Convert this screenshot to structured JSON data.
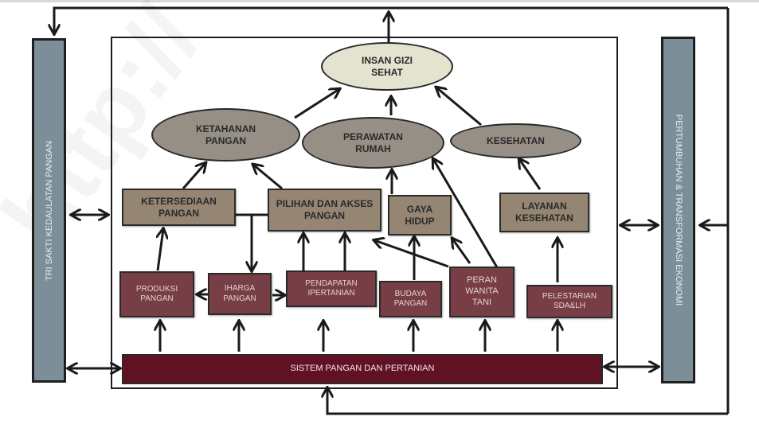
{
  "diagram": {
    "type": "framework",
    "watermark": "http://",
    "pillars": {
      "left": "TRI SAKTI KEDAULATAN PANGAN",
      "right": "PERTUMBUHAN & TRANSFORMASI EKONOMI"
    },
    "outcome": {
      "label": "INSAN GIZI SEHAT",
      "lines": [
        "INSAN GIZI",
        "SEHAT"
      ]
    },
    "intermediate_outcomes": [
      {
        "id": "ketahanan",
        "label": "KETAHANAN PANGAN"
      },
      {
        "id": "perawatan",
        "label": "PERAWATAN RUMAH"
      },
      {
        "id": "kesehatan",
        "label": "KESEHATAN"
      }
    ],
    "determinants": [
      {
        "id": "ketersediaan",
        "label": "KETERSEDIAAN PANGAN"
      },
      {
        "id": "pilihan",
        "label": "PILIHAN DAN AKSES PANGAN"
      },
      {
        "id": "gaya",
        "label": "GAYA HIDUP"
      },
      {
        "id": "layanan",
        "label": "LAYANAN KESEHATAN"
      }
    ],
    "drivers": [
      {
        "id": "produksi",
        "label": "PRODUKSI PANGAN"
      },
      {
        "id": "harga",
        "label": "IHARGA PANGAN"
      },
      {
        "id": "pendapatan",
        "label": "PENDAPATAN IPERTANIAN"
      },
      {
        "id": "budaya",
        "label": "BUDAYA PANGAN"
      },
      {
        "id": "peran",
        "label": "PERAN WANITA TANI"
      },
      {
        "id": "pelestarian",
        "label": "PELESTARIAN SDA&LH"
      }
    ],
    "foundation": {
      "label": "SISTEM PANGAN DAN PERTANIAN"
    },
    "edges": [
      [
        "ketahanan",
        "outcome"
      ],
      [
        "perawatan",
        "outcome"
      ],
      [
        "kesehatan",
        "outcome"
      ],
      [
        "ketersediaan",
        "ketahanan"
      ],
      [
        "pilihan",
        "ketahanan"
      ],
      [
        "gaya",
        "perawatan"
      ],
      [
        "peran",
        "perawatan"
      ],
      [
        "layanan",
        "kesehatan"
      ],
      [
        "produksi",
        "ketersediaan"
      ],
      [
        "ketersediaan-pilihan-link",
        "harga"
      ],
      [
        "harga",
        "produksi"
      ],
      [
        "harga",
        "pendapatan"
      ],
      [
        "pendapatan",
        "pilihan"
      ],
      [
        "peran",
        "pilihan"
      ],
      [
        "budaya",
        "gaya"
      ],
      [
        "peran",
        "gaya"
      ],
      [
        "pelestarian",
        "layanan"
      ],
      [
        "foundation",
        "produksi"
      ],
      [
        "foundation",
        "harga"
      ],
      [
        "foundation",
        "pendapatan"
      ],
      [
        "foundation",
        "budaya"
      ],
      [
        "foundation",
        "peran"
      ],
      [
        "foundation",
        "pelestarian"
      ],
      [
        "frame",
        "left-pillar",
        "bidirectional"
      ],
      [
        "frame",
        "right-pillar",
        "bidirectional"
      ],
      [
        "outcome",
        "left-pillar",
        "feedback"
      ],
      [
        "outer-loop",
        "right-pillar"
      ],
      [
        "outer-loop",
        "foundation"
      ]
    ]
  }
}
